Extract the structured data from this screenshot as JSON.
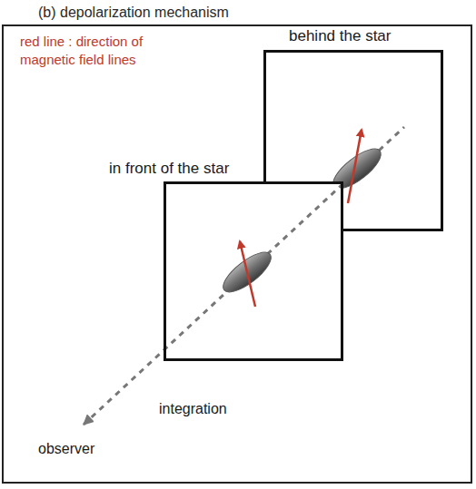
{
  "diagram": {
    "title": "(b) depolarization mechanism",
    "nodes": [
      {
        "text": [
          "behind the star"
        ]
      },
      {
        "text": [
          "in front of the star"
        ]
      }
    ],
    "labels": [
      "red line : direction of magnetic field lines",
      "integration",
      "observer"
    ]
  }
}
